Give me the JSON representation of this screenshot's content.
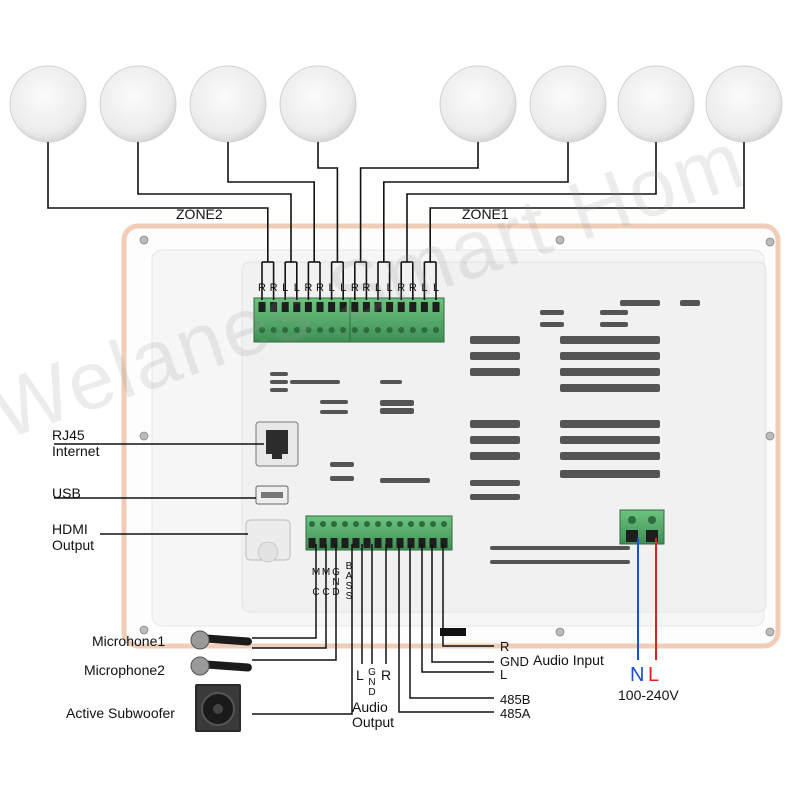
{
  "zones": {
    "zone2": "ZONE2",
    "zone1": "ZONE1"
  },
  "speaker_terminals": [
    "R",
    "R",
    "L",
    "L",
    "R",
    "R",
    "L",
    "L",
    "R",
    "R",
    "L",
    "L",
    "R",
    "R",
    "L",
    "L"
  ],
  "ports": {
    "rj45": [
      "RJ45",
      "Internet"
    ],
    "usb": "USB",
    "hdmi": [
      "HDMI",
      "Output"
    ]
  },
  "bottom_terminals": {
    "mic1": "MIC",
    "mic2": "MIC",
    "gnd": "GND",
    "bass": "BASS",
    "audio_out_l": "L",
    "audio_out_gnd": "GND",
    "audio_out_r": "R"
  },
  "devices": {
    "microphone1": "Microhone1",
    "microphone2": "Microphone2",
    "subwoofer": "Active Subwoofer"
  },
  "audio_output": [
    "Audio",
    "Output"
  ],
  "audio_input": {
    "r": "R",
    "gnd": "GND",
    "title": "Audio Input",
    "l": "L"
  },
  "rs485": {
    "b": "485B",
    "a": "485A"
  },
  "power": {
    "n": "N",
    "l": "L",
    "voltage": "100-240V"
  },
  "watermark": "Welanes Smart Hom",
  "colors": {
    "n_wire": "#1a4fd6",
    "l_wire": "#e02020",
    "panel_border": "#f0cdb8",
    "terminal": "#4aa862"
  }
}
